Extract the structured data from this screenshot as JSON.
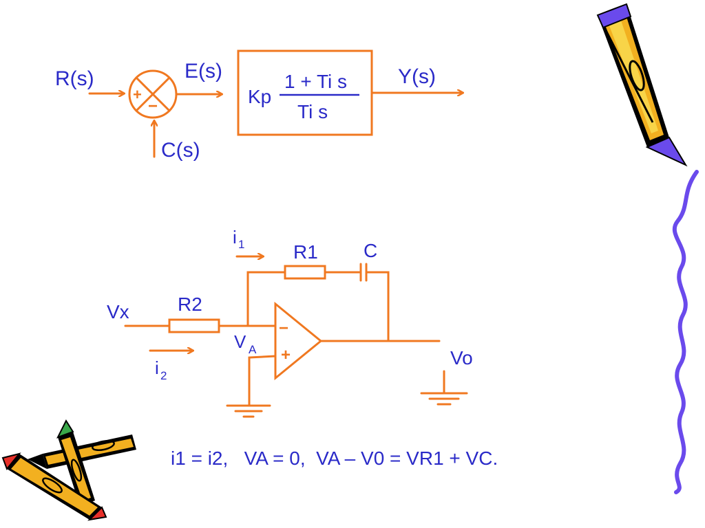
{
  "colors": {
    "wire": "#f07820",
    "text": "#2a2ac8",
    "background": "#ffffff"
  },
  "block_diagram": {
    "input_label": "R(s)",
    "error_label": "E(s)",
    "output_label": "Y(s)",
    "feedback_label": "C(s)",
    "plus_sign": "+",
    "minus_sign": "−",
    "gain": "Kp",
    "numerator": "1 + Ti s",
    "denominator": "Ti s"
  },
  "circuit": {
    "current1": "i",
    "current1_sub": "1",
    "current2": "i",
    "current2_sub": "2",
    "resistor1": "R1",
    "capacitor": "C",
    "resistor2": "R2",
    "input": "Vx",
    "node": "V",
    "node_sub": "A",
    "output": "Vo",
    "minus_input": "−",
    "plus_input": "+"
  },
  "equation": "i1 = i2,   VA = 0,  VA – V0 = VR1 + VC.",
  "decorations": [
    "pencil-icon",
    "crayons-icon",
    "wavy-line"
  ]
}
